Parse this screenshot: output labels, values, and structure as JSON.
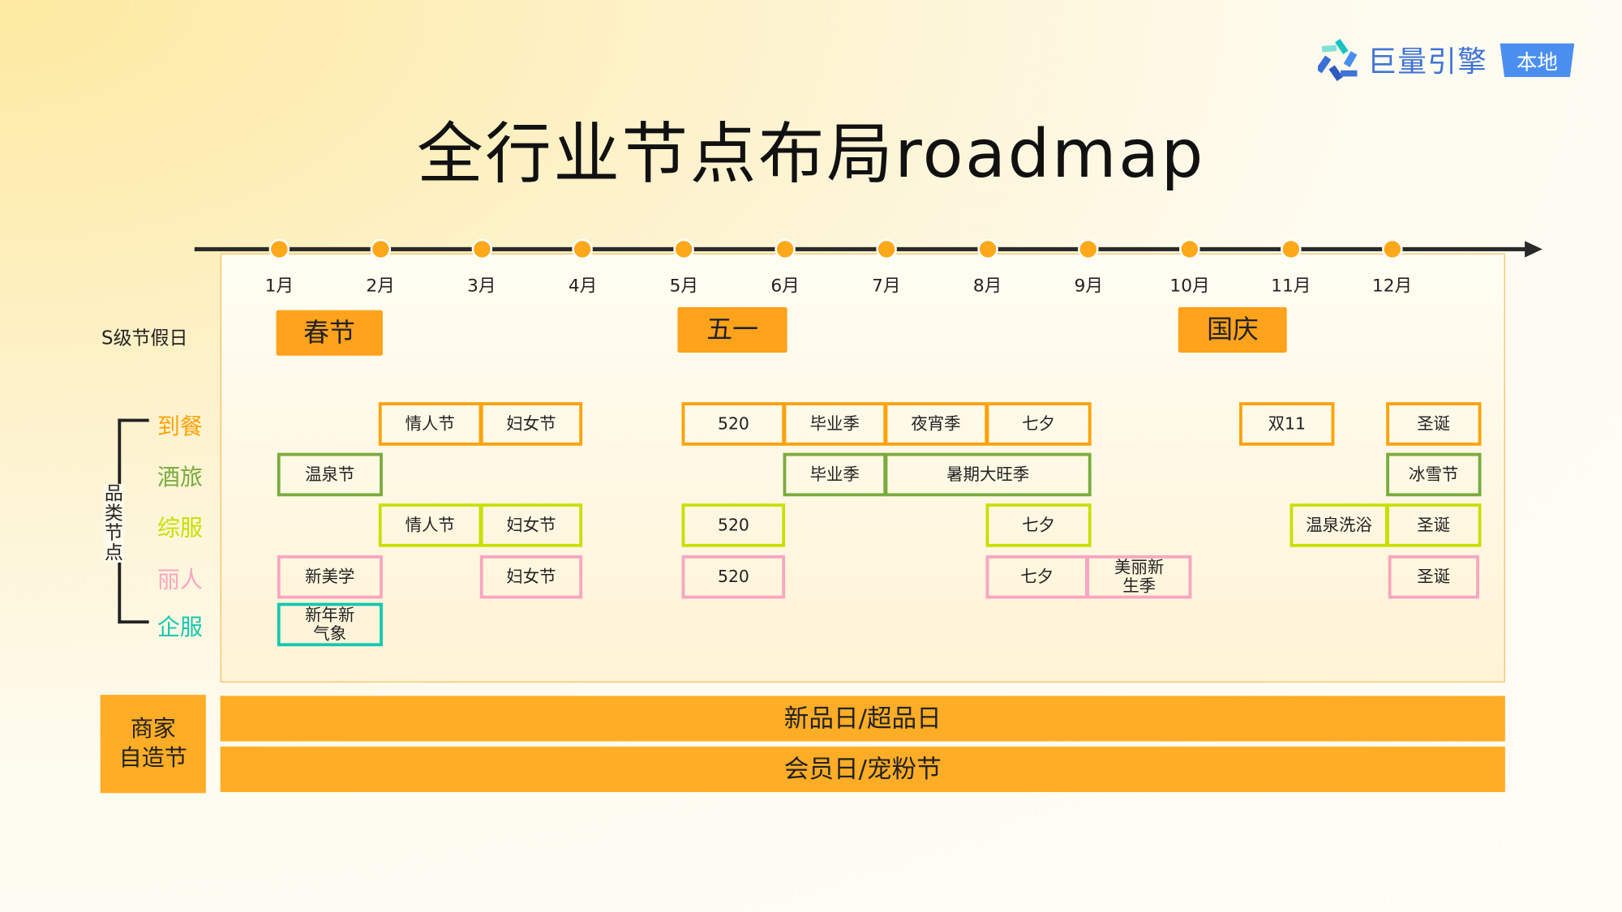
{
  "brand": {
    "name": "巨量引擎",
    "tag": "本地",
    "colors": {
      "blue": "#3f73d8",
      "teal": "#19c4c0"
    }
  },
  "title": "全行业节点布局roadmap",
  "months": [
    "1月",
    "2月",
    "3月",
    "4月",
    "5月",
    "6月",
    "7月",
    "8月",
    "9月",
    "10月",
    "11月",
    "12月"
  ],
  "s_level": {
    "label": "S级节假日",
    "items": [
      {
        "label": "春节",
        "start": 1,
        "end": 2.05
      },
      {
        "label": "五一",
        "start": 4.97,
        "end": 6.05
      },
      {
        "label": "国庆",
        "start": 9.92,
        "end": 10.99
      }
    ]
  },
  "category_group_label": "品类节点",
  "categories": [
    {
      "name": "到餐",
      "color": "#ffa20a",
      "boxes": [
        {
          "label": "情人节",
          "start": 2,
          "end": 3
        },
        {
          "label": "妇女节",
          "start": 3,
          "end": 4
        },
        {
          "label": "520",
          "start": 5,
          "end": 6
        },
        {
          "label": "毕业季",
          "start": 6,
          "end": 7
        },
        {
          "label": "夜宵季",
          "start": 7,
          "end": 8
        },
        {
          "label": "七夕",
          "start": 8,
          "end": 9.03
        },
        {
          "label": "双11",
          "start": 10.51,
          "end": 11.43
        },
        {
          "label": "圣诞",
          "start": 11.96,
          "end": 12.88
        }
      ]
    },
    {
      "name": "酒旅",
      "color": "#79ac3e",
      "boxes": [
        {
          "label": "温泉节",
          "start": 1,
          "end": 2.02
        },
        {
          "label": "毕业季",
          "start": 6,
          "end": 7
        },
        {
          "label": "暑期大旺季",
          "start": 7,
          "end": 9.03
        },
        {
          "label": "冰雪节",
          "start": 11.96,
          "end": 12.88
        }
      ]
    },
    {
      "name": "综服",
      "color": "#c8e000",
      "boxes": [
        {
          "label": "情人节",
          "start": 2,
          "end": 3
        },
        {
          "label": "妇女节",
          "start": 3,
          "end": 4
        },
        {
          "label": "520",
          "start": 5,
          "end": 6
        },
        {
          "label": "七夕",
          "start": 8,
          "end": 9.03
        },
        {
          "label": "温泉洗浴",
          "start": 11.01,
          "end": 11.96
        },
        {
          "label": "圣诞",
          "start": 11.96,
          "end": 12.88
        }
      ]
    },
    {
      "name": "丽人",
      "color": "#f7a6c2",
      "boxes": [
        {
          "label": "新美学",
          "start": 1,
          "end": 2.02
        },
        {
          "label": "妇女节",
          "start": 3,
          "end": 4
        },
        {
          "label": "520",
          "start": 5,
          "end": 6
        },
        {
          "label": "七夕",
          "start": 8,
          "end": 9
        },
        {
          "label": "美丽新\n生季",
          "start": 9,
          "end": 10.02
        },
        {
          "label": "圣诞",
          "start": 11.98,
          "end": 12.86
        }
      ]
    },
    {
      "name": "企服",
      "color": "#14c8b0",
      "boxes": [
        {
          "label": "新年新\n气象",
          "start": 1,
          "end": 2.02
        }
      ]
    }
  ],
  "merchant": {
    "label": "商家\n自造节",
    "bars": [
      "新品日/超品日",
      "会员日/宠粉节"
    ]
  },
  "accent": "#ffa21c"
}
